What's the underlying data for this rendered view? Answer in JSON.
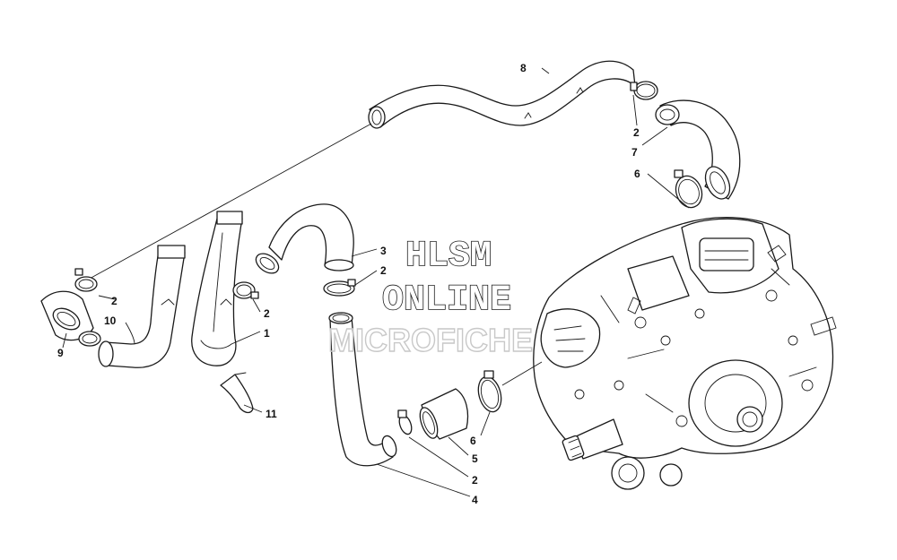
{
  "watermark": {
    "line1": "HLSM",
    "line2": "ONLINE",
    "line3": "MICROFICHE"
  },
  "callouts": [
    {
      "id": "c1",
      "label": "1"
    },
    {
      "id": "c2a",
      "label": "2"
    },
    {
      "id": "c2b",
      "label": "2"
    },
    {
      "id": "c2c",
      "label": "2"
    },
    {
      "id": "c2d",
      "label": "2"
    },
    {
      "id": "c2e",
      "label": "2"
    },
    {
      "id": "c3",
      "label": "3"
    },
    {
      "id": "c4",
      "label": "4"
    },
    {
      "id": "c5",
      "label": "5"
    },
    {
      "id": "c6a",
      "label": "6"
    },
    {
      "id": "c6b",
      "label": "6"
    },
    {
      "id": "c7",
      "label": "7"
    },
    {
      "id": "c8",
      "label": "8"
    },
    {
      "id": "c9",
      "label": "9"
    },
    {
      "id": "c10",
      "label": "10"
    },
    {
      "id": "c11",
      "label": "11"
    }
  ],
  "colors": {
    "line": "#1a1a1a",
    "watermark_faint": "#c8c8c8",
    "background": "#ffffff"
  }
}
